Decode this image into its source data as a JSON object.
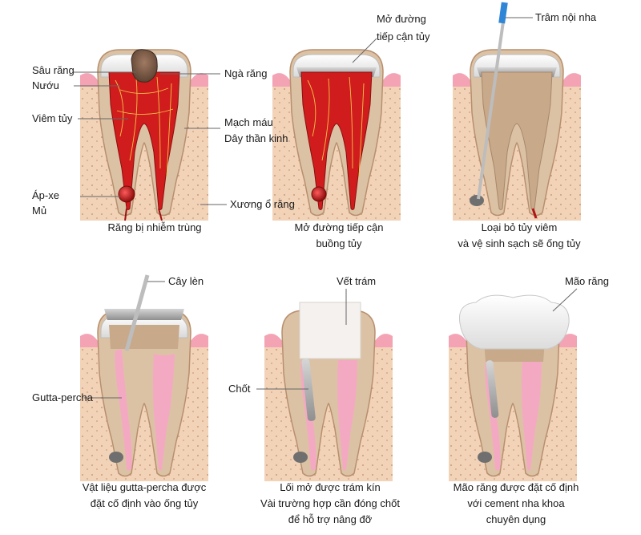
{
  "panels": [
    {
      "caption": [
        "Răng bị nhiễm trùng"
      ],
      "labels": {
        "decay": "Sâu răng",
        "gum": "Nướu",
        "pulpitis": "Viêm tủy",
        "abscess": "Áp-xe",
        "pus": "Mủ",
        "dentin": "Ngà răng",
        "vessel": "Mạch máu",
        "nerve": "Dây thần kinh",
        "bone": "Xương ổ răng"
      }
    },
    {
      "caption": [
        "Mở đường tiếp cận",
        "buồng tủy"
      ],
      "labels": {
        "access": [
          "Mở đường",
          "tiếp cận tủy"
        ]
      }
    },
    {
      "caption": [
        "Loại bỏ tủy viêm",
        "và vệ sinh sạch sẽ ống tủy"
      ],
      "labels": {
        "file": "Trâm nội nha"
      }
    },
    {
      "caption": [
        "Vật liệu gutta-percha được",
        "đặt cố định vào ống tủy"
      ],
      "labels": {
        "plugger": "Cây lèn",
        "gutta": "Gutta-percha"
      }
    },
    {
      "caption": [
        "Lối mở được trám kín",
        "Vài trường hợp cần đóng chốt",
        "để hỗ trợ nâng đỡ"
      ],
      "labels": {
        "filling": "Vết trám",
        "post": "Chốt"
      }
    },
    {
      "caption": [
        "Mão răng được đặt cố định",
        "với cement nha khoa",
        "chuyên dụng"
      ],
      "labels": {
        "crown": "Mão răng"
      }
    }
  ],
  "colors": {
    "bone": "#f2d3b8",
    "gum": "#f4a3b4",
    "dentin": "#dcc2a4",
    "enamel": "#eeeeee",
    "pulp_infected": "#d01c1c",
    "pulp_dark": "#8a1010",
    "gutta": "#f4a9c3",
    "metal": "#a8a8a8",
    "instrument_handle": "#2f86d6",
    "crown": "#f5f5f5"
  }
}
